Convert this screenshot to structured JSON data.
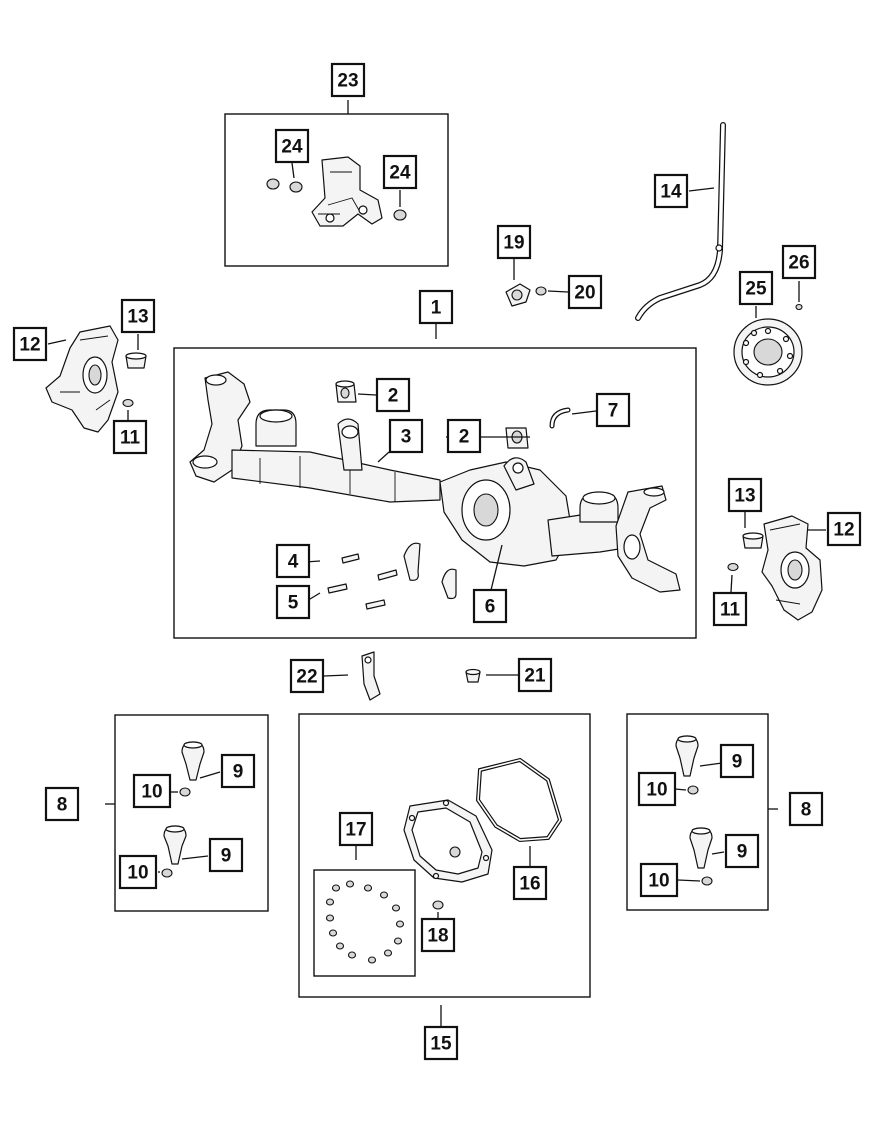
{
  "callouts": {
    "c1": "1",
    "c2a": "2",
    "c2b": "2",
    "c3": "3",
    "c4": "4",
    "c5": "5",
    "c6": "6",
    "c7": "7",
    "c8a": "8",
    "c8b": "8",
    "c9a": "9",
    "c9b": "9",
    "c9c": "9",
    "c9d": "9",
    "c10a": "10",
    "c10b": "10",
    "c10c": "10",
    "c10d": "10",
    "c11a": "11",
    "c11b": "11",
    "c12a": "12",
    "c12b": "12",
    "c13a": "13",
    "c13b": "13",
    "c14": "14",
    "c15": "15",
    "c16": "16",
    "c17": "17",
    "c18": "18",
    "c19": "19",
    "c20": "20",
    "c21": "21",
    "c22": "22",
    "c23": "23",
    "c24a": "24",
    "c24b": "24",
    "c25": "25",
    "c26": "26"
  }
}
